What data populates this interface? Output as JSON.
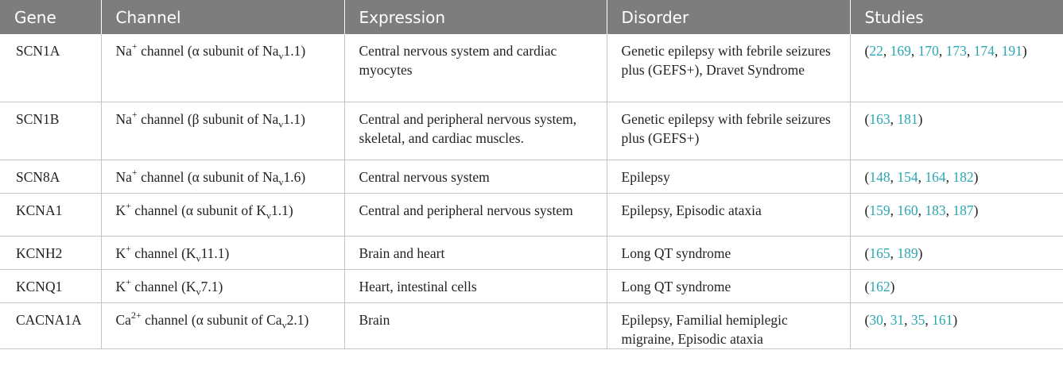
{
  "header": {
    "gene": "Gene",
    "channel": "Channel",
    "expression": "Expression",
    "disorder": "Disorder",
    "studies": "Studies"
  },
  "rows": [
    {
      "gene": "SCN1A",
      "channel": {
        "ion": "Na",
        "charge": "+",
        "pre": " channel (α subunit of Na",
        "sub": "v",
        "post": "1.1)"
      },
      "expression": "Central nervous system and cardiac myocytes",
      "disorder": "Genetic epilepsy with febrile seizures plus (GEFS+), Dravet Syndrome",
      "studies": [
        "22",
        "169",
        "170",
        "173",
        "174",
        "191"
      ]
    },
    {
      "gene": "SCN1B",
      "channel": {
        "ion": "Na",
        "charge": "+",
        "pre": " channel (β subunit of Na",
        "sub": "v",
        "post": "1.1)"
      },
      "expression": "Central and peripheral nervous system, skeletal, and cardiac muscles.",
      "disorder": "Genetic epilepsy with febrile seizures plus (GEFS+)",
      "studies": [
        "163",
        "181"
      ]
    },
    {
      "gene": "SCN8A",
      "channel": {
        "ion": "Na",
        "charge": "+",
        "pre": " channel (α subunit of Na",
        "sub": "v",
        "post": "1.6)"
      },
      "expression": "Central nervous system",
      "disorder": "Epilepsy",
      "studies": [
        "148",
        "154",
        "164",
        "182"
      ]
    },
    {
      "gene": "KCNA1",
      "channel": {
        "ion": "K",
        "charge": "+",
        "pre": " channel (α subunit of K",
        "sub": "v",
        "post": "1.1)"
      },
      "expression": "Central and peripheral nervous system",
      "disorder": "Epilepsy, Episodic ataxia",
      "studies": [
        "159",
        "160",
        "183",
        "187"
      ]
    },
    {
      "gene": "KCNH2",
      "channel": {
        "ion": "K",
        "charge": "+",
        "pre": " channel (K",
        "sub": "v",
        "post": "11.1)"
      },
      "expression": "Brain and heart",
      "disorder": "Long QT syndrome",
      "studies": [
        "165",
        "189"
      ]
    },
    {
      "gene": "KCNQ1",
      "channel": {
        "ion": "K",
        "charge": "+",
        "pre": " channel (K",
        "sub": "v",
        "post": "7.1)"
      },
      "expression": "Heart, intestinal cells",
      "disorder": "Long QT syndrome",
      "studies": [
        "162"
      ]
    },
    {
      "gene": "CACNA1A",
      "channel": {
        "ion": "Ca",
        "charge": "2+",
        "pre": " channel (α subunit of Ca",
        "sub": "v",
        "post": "2.1)"
      },
      "expression": "Brain",
      "disorder": "Epilepsy, Familial hemiplegic migraine, Episodic ataxia",
      "studies": [
        "30",
        "31",
        "35",
        "161"
      ]
    }
  ]
}
